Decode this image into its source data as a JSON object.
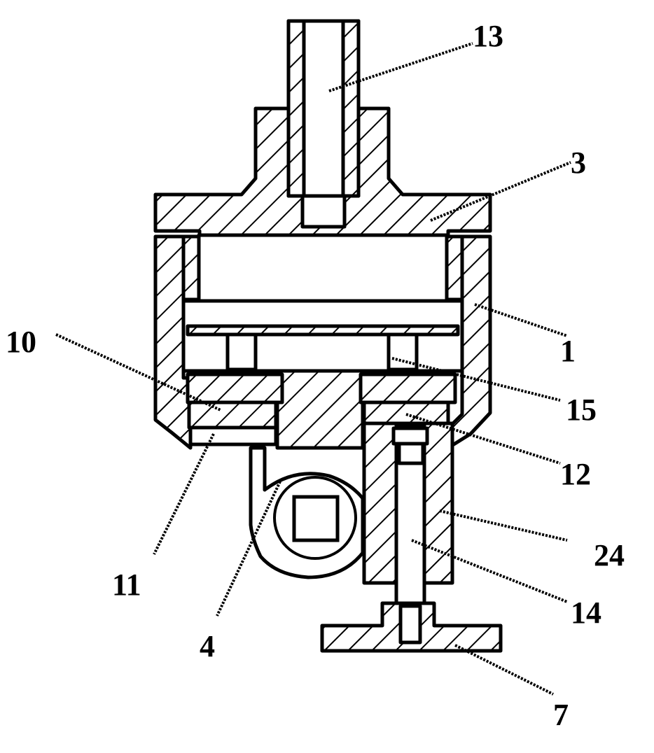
{
  "diagram": {
    "labels": {
      "l13": "13",
      "l3": "3",
      "l1": "1",
      "l10": "10",
      "l15": "15",
      "l12": "12",
      "l24": "24",
      "l11": "11",
      "l4": "4",
      "l14": "14",
      "l7": "7"
    }
  }
}
